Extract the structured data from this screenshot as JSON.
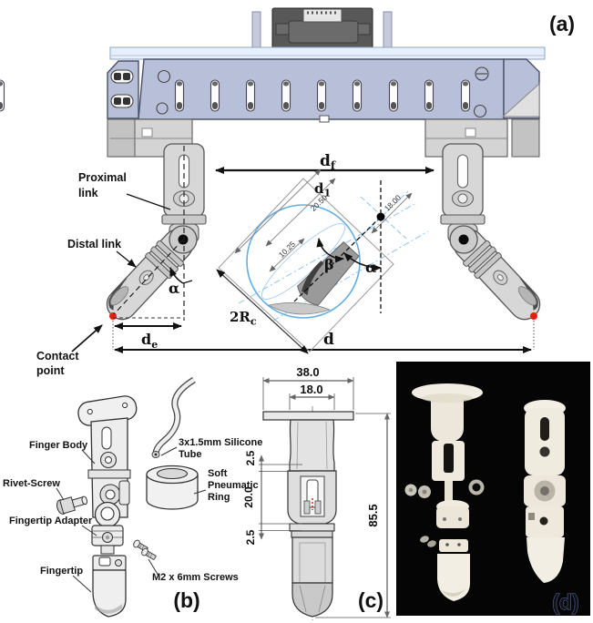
{
  "figure": {
    "description_note": ""
  },
  "panels": {
    "a": "(a)",
    "b": "(b)",
    "c": "(c)",
    "d": "(d)"
  },
  "panel_a": {
    "labels": {
      "proximal_link": [
        "Proximal",
        "link"
      ],
      "distal_link": "Distal link",
      "contact_point": [
        "Contact",
        "point"
      ]
    },
    "dims": {
      "df": {
        "main": "d",
        "sub": "f"
      },
      "d1": {
        "main": "d",
        "sub": "1"
      },
      "de": {
        "main": "d",
        "sub": "e"
      },
      "d": "d",
      "rc": {
        "main": "2R",
        "sub": "c"
      },
      "alpha": "α",
      "beta": "β",
      "v2050": "20.50",
      "v1800": "18.00",
      "v1025": "10.25"
    }
  },
  "panel_b": {
    "labels": {
      "finger_body": "Finger Body",
      "rivet_screw": "Rivet-Screw",
      "fingertip_adapter": "Fingertip Adapter",
      "fingertip": "Fingertip",
      "silicone_tube": [
        "3x1.5mm Silicone",
        "Tube"
      ],
      "pneumatic_ring": [
        "Soft",
        "Pneumatic",
        "Ring"
      ],
      "m2_screws": "M2 x 6mm Screws"
    }
  },
  "panel_c": {
    "dims": {
      "w_outer": "38.0",
      "w_inner": "18.0",
      "h_total": "85.5",
      "t_top": "2.5",
      "h_ring": "20.0",
      "t_bottom": "2.5"
    }
  },
  "colors": {
    "accent_red": "#ea1c0c",
    "circle_blue": "#64aee3",
    "crossbar_lavender": "#b8bfd9",
    "photo_bg": "#050505"
  }
}
